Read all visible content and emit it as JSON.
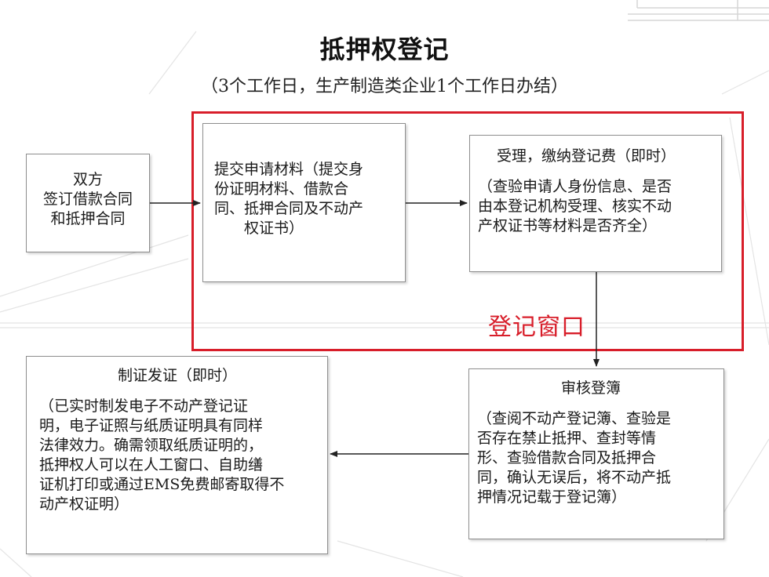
{
  "title": "抵押权登记",
  "subtitle": "（3个工作日，生产制造类企业1个工作日办结）",
  "window_label": "登记窗口",
  "accent_color": "#d81e2a",
  "boxes": {
    "parties": {
      "lines": [
        "双方",
        "签订借款合同",
        "和抵押合同"
      ]
    },
    "submit": {
      "lines": [
        "提交申请材料（提交身",
        "份证明材料、借款合",
        "同、抵押合同及不动产",
        "　　权证书）"
      ]
    },
    "accept": {
      "head": "受理，缴纳登记费（即时）",
      "lines": [
        "（查验申请人身份信息、是否",
        "由本登记机构受理、核实不动",
        "产权证书等材料是否齐全）"
      ]
    },
    "review": {
      "head": "审核登簿",
      "lines": [
        "（查阅不动产登记簿、查验是",
        "否存在禁止抵押、查封等情",
        "形、查验借款合同及抵押合",
        "同，确认无误后，将不动产抵",
        "押情况记载于登记簿）"
      ]
    },
    "issue": {
      "head": "制证发证（即时）",
      "lines": [
        "（已实时制发电子不动产登记证",
        "明，电子证照与纸质证明具有同样",
        "法律效力。确需领取纸质证明的，",
        "抵押权人可以在人工窗口、自助缮",
        "证机打印或通过EMS免费邮寄取得不",
        "动产权证明）"
      ]
    }
  }
}
